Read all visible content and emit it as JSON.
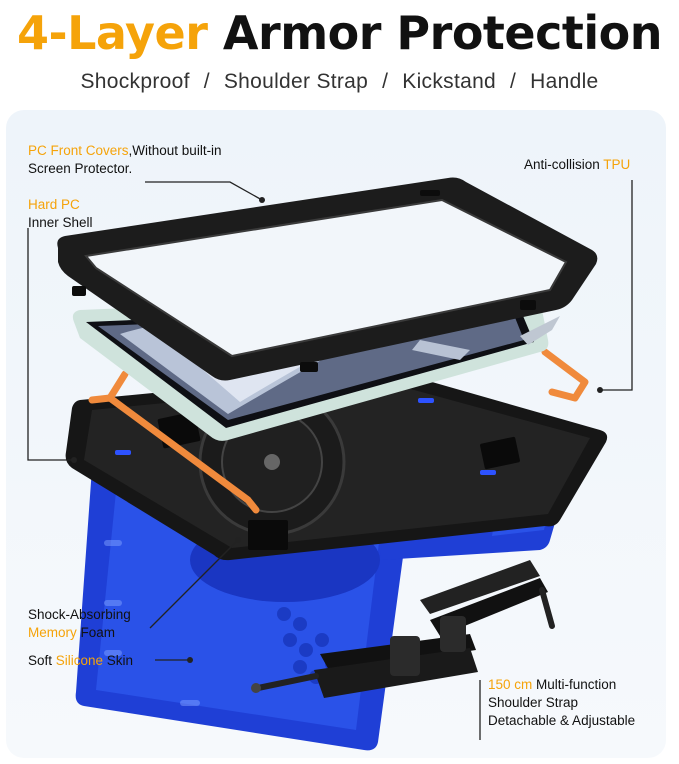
{
  "header": {
    "title_accent": "4-Layer",
    "title_rest": "Armor Protection",
    "features": [
      "Shockproof",
      "Shoulder Strap",
      "Kickstand",
      "Handle"
    ],
    "separator": "/"
  },
  "callouts": {
    "pc_front": {
      "highlight": "PC Front Covers",
      "text": ",Without built-in",
      "line2": "Screen Protector."
    },
    "hard_pc": {
      "highlight": "Hard PC",
      "line2": "Inner Shell"
    },
    "tpu": {
      "text": "Anti-collision ",
      "highlight": "TPU"
    },
    "foam": {
      "line1": "Shock-Absorbing",
      "highlight": "Memory",
      "text": " Foam"
    },
    "silicone": {
      "text1": "Soft ",
      "highlight": "Silicone",
      "text2": " Skin"
    },
    "strap": {
      "highlight": "150 cm",
      "text": " Multi-function",
      "line2": "Shoulder Strap",
      "line3": "Detachable & Adjustable"
    }
  },
  "colors": {
    "accent": "#f5a30a",
    "silicone_blue": "#1f3fd6",
    "inner_orange": "#f08a3c",
    "frame_black": "#1a1a1a",
    "tablet_mint": "#cfe3dc"
  }
}
